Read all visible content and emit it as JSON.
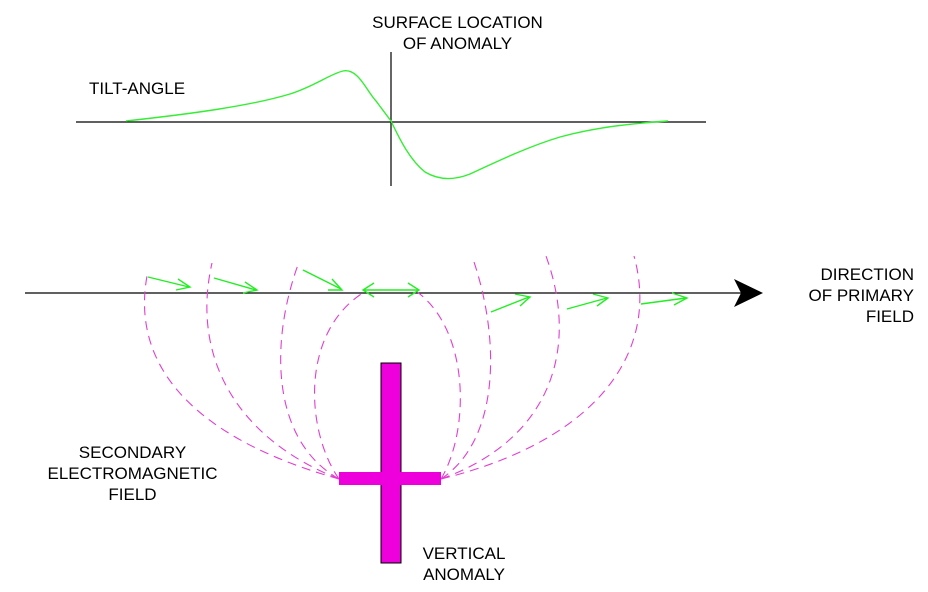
{
  "labels": {
    "surface_location_line1": "SURFACE LOCATION",
    "surface_location_line2": "OF ANOMALY",
    "tilt_angle": "TILT-ANGLE",
    "direction_line1": "DIRECTION",
    "direction_line2": "OF PRIMARY",
    "direction_line3": "FIELD",
    "secondary_line1": "SECONDARY",
    "secondary_line2": "ELECTROMAGNETIC",
    "secondary_line3": "FIELD",
    "vertical_line1": "VERTICAL",
    "vertical_line2": "ANOMALY"
  },
  "colors": {
    "axis": "#000000",
    "tilt_curve": "#33ee33",
    "field_vectors": "#22ee22",
    "field_lines": "#e040d0",
    "anomaly": "#ee00dd"
  }
}
